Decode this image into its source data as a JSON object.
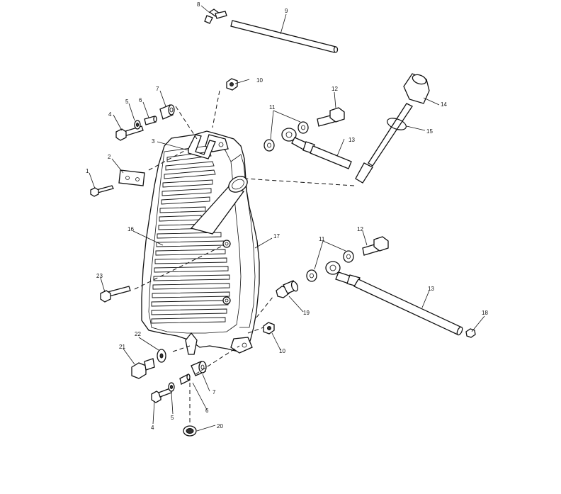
{
  "callouts": {
    "c1": "1",
    "c2": "2",
    "c3": "3",
    "c4a": "4",
    "c4b": "4",
    "c5a": "5",
    "c5b": "5",
    "c6a": "6",
    "c6b": "6",
    "c7a": "7",
    "c7b": "7",
    "c8": "8",
    "c9": "9",
    "c10a": "10",
    "c10b": "10",
    "c11a": "11",
    "c11b": "11",
    "c12a": "12",
    "c12b": "12",
    "c13a": "13",
    "c13b": "13",
    "c14": "14",
    "c15": "15",
    "c16": "16",
    "c17": "17",
    "c18": "18",
    "c19": "19",
    "c20": "20",
    "c21": "21",
    "c22": "22",
    "c23": "23"
  }
}
